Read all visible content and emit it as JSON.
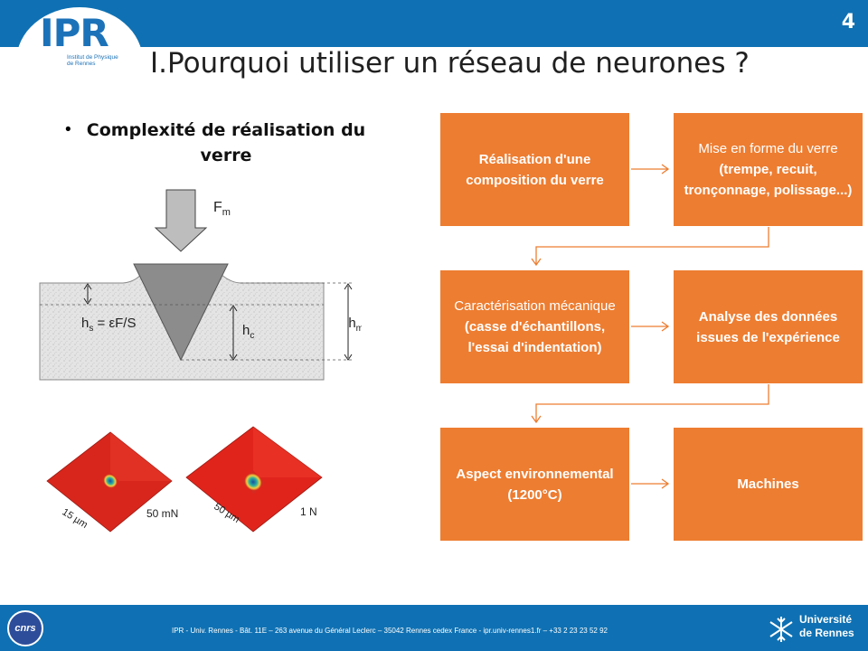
{
  "slide": {
    "page_number": "4",
    "title": "I.Pourquoi utiliser un réseau de neurones ?"
  },
  "logo": {
    "text": "IPR",
    "subtitle": "Institut de Physique de Rennes"
  },
  "bullet": {
    "text": "Complexité de réalisation du verre"
  },
  "diagram": {
    "force_label": "F",
    "force_sub": "m",
    "hs_label": "h",
    "hs_sub": "s",
    "hs_formula": " = εF/S",
    "hc_label": "h",
    "hc_sub": "c",
    "hm_label": "h",
    "hm_sub": "m"
  },
  "afm": {
    "left_scale": "15 µm",
    "left_force": "50 mN",
    "right_scale": "50 µm",
    "right_force": "1 N"
  },
  "flow": {
    "box1": "Réalisation d'une composition du verre",
    "box2_part1": "Mise en forme du verre",
    "box2_part2": "(trempe, recuit, tronçonnage, polissage...)",
    "box3_part1": "Caractérisation mécanique",
    "box3_part2": "(casse d'échantillons,  l'essai d'indentation)",
    "box4": "Analyse des données issues de l'expérience",
    "box5_part1": "Aspect environnemental",
    "box5_part2": "(1200°C)",
    "box6": "Machines"
  },
  "footer": {
    "text": "IPR - Univ. Rennes - Bât. 11E – 263 avenue du Général Leclerc – 35042 Rennes cedex France - ipr.univ-rennes1.fr – +33 2 23 23 52 92",
    "cnrs": "cnrs",
    "univ_line1": "Université",
    "univ_line2": "de Rennes"
  },
  "colors": {
    "header_blue": "#0f71b3",
    "box_orange": "#ed7d31"
  }
}
